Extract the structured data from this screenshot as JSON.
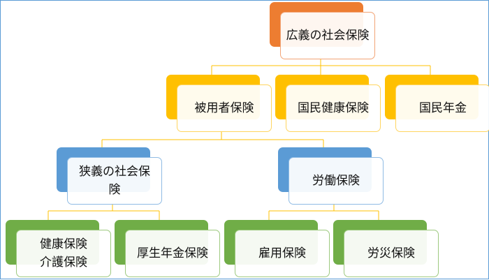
{
  "colors": {
    "level0": "#ed7d31",
    "level1": "#ffc000",
    "level2": "#5b9bd5",
    "level3": "#70ad47",
    "connector": "#ffc000",
    "frame": "#5a9bd5"
  },
  "nodes": {
    "root": {
      "label": "広義の社会保険"
    },
    "employee_insurance": {
      "label": "被用者保険"
    },
    "national_health": {
      "label": "国民健康保険"
    },
    "national_pension": {
      "label": "国民年金"
    },
    "social_insurance_narrow": {
      "line1": "狭義の社会保",
      "line2": "険"
    },
    "labor_insurance": {
      "label": "労働保険"
    },
    "health_care": {
      "line1": "健康保険",
      "line2": "介護保険"
    },
    "welfare_pension": {
      "label": "厚生年金保険"
    },
    "employment_insurance": {
      "label": "雇用保険"
    },
    "workers_comp": {
      "label": "労災保険"
    }
  }
}
